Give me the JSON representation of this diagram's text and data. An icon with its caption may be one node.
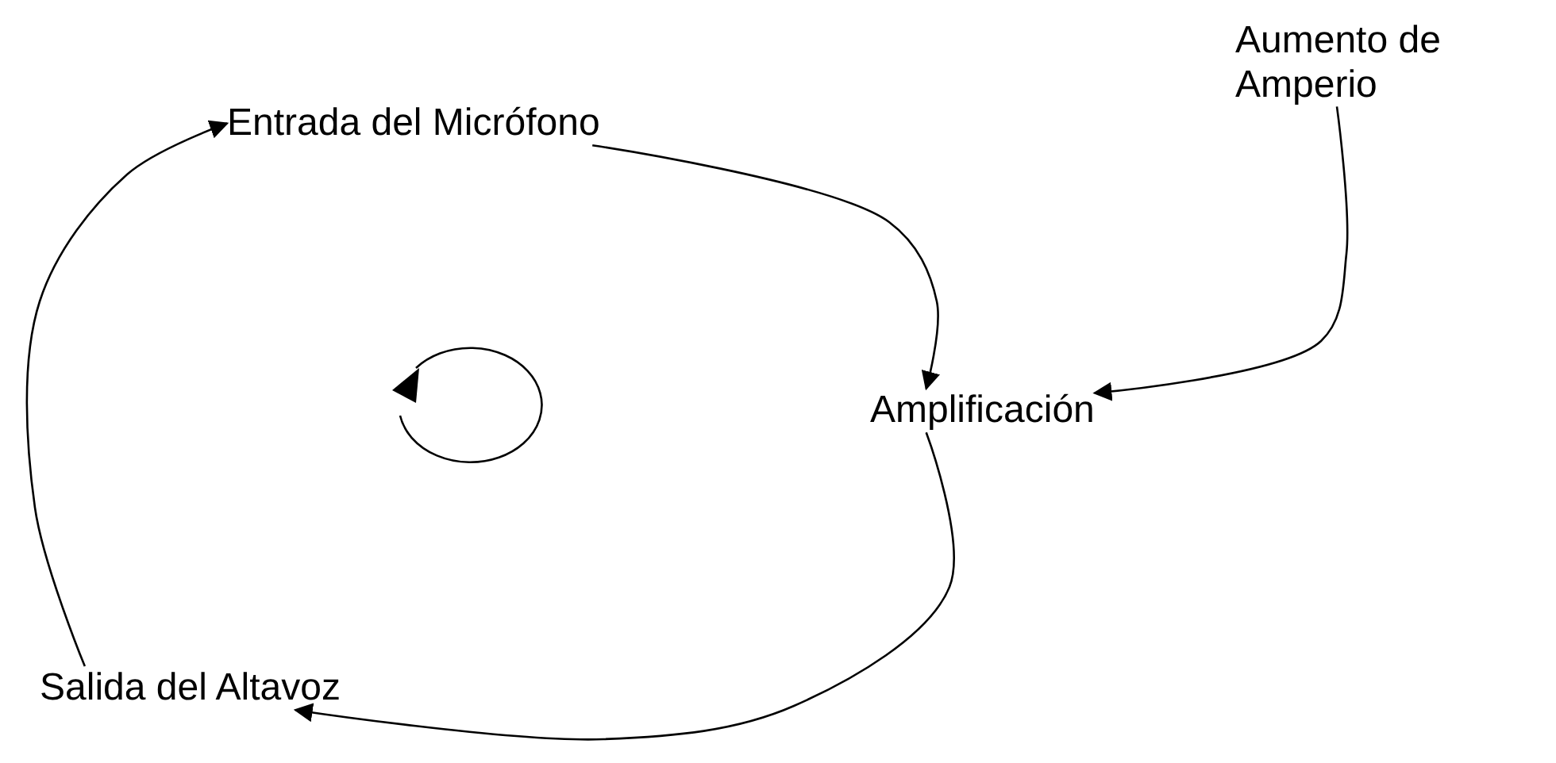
{
  "diagram": {
    "nodes": [
      {
        "text": [
          "Entrada del Micrófono"
        ]
      },
      {
        "text": [
          "Amplificación"
        ]
      },
      {
        "text": [
          "Salida del Altavoz"
        ]
      },
      {
        "text": [
          "Aumento de Amperio"
        ]
      }
    ],
    "edges": [
      {
        "from": 0,
        "to": 1,
        "arrow": "to"
      },
      {
        "from": 1,
        "to": 2,
        "arrow": "to"
      },
      {
        "from": 2,
        "to": 0,
        "arrow": "to"
      },
      {
        "from": 3,
        "to": 1,
        "arrow": "to"
      }
    ]
  }
}
